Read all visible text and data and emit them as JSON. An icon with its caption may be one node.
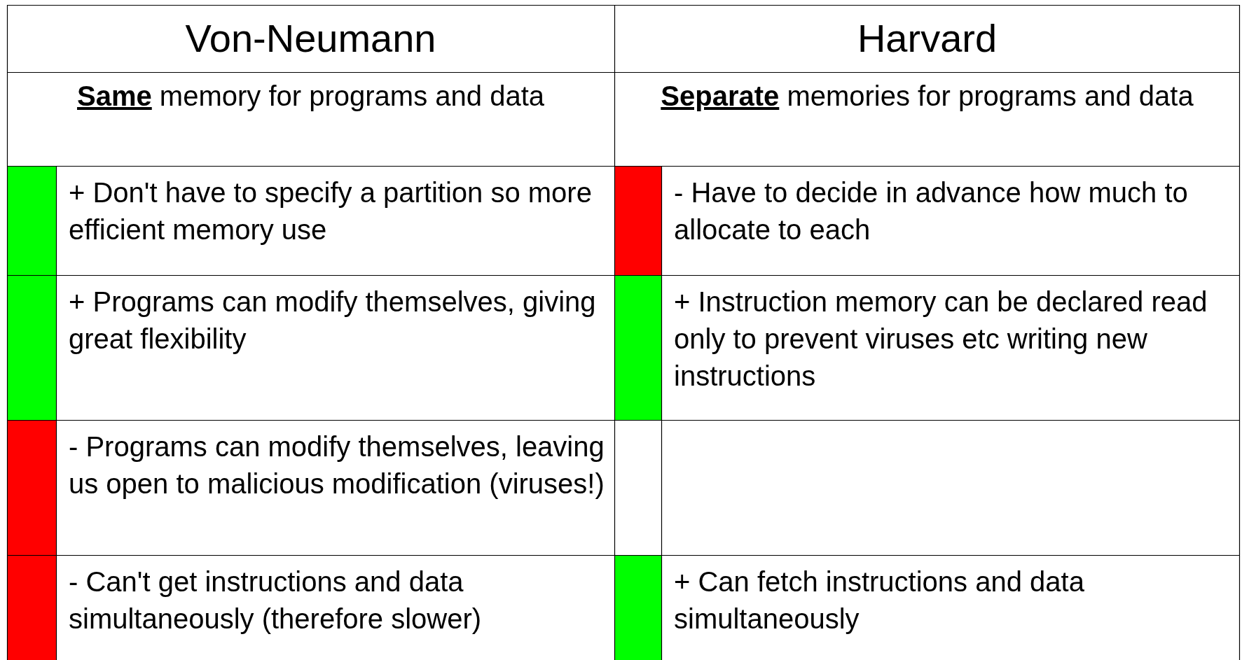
{
  "diagram": {
    "labels": [
      "Von-Neumann",
      "Harvard",
      "**Same** memory for programs and data",
      "**Separate** memories for programs and data",
      "+ Don't have to specify a partition so more efficient memory use",
      "- Have to decide in advance how much to allocate to each",
      "+ Programs can modify themselves, giving great flexibility",
      "+ Instruction memory can be declared read only to prevent viruses etc writing new instructions",
      "- Programs can modify themselves, leaving us open to malicious modification (viruses!)",
      "- Can't get instructions and data simultaneously (therefore slower)",
      "+ Can fetch instructions and data simultaneously"
    ]
  }
}
